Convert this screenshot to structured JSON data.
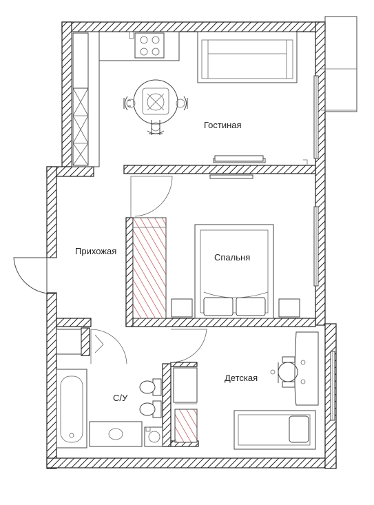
{
  "plan": {
    "rooms": [
      {
        "id": "living",
        "label": "Гостиная"
      },
      {
        "id": "bedroom",
        "label": "Спальня"
      },
      {
        "id": "hallway",
        "label": "Прихожая"
      },
      {
        "id": "bathroom",
        "label": "С/У"
      },
      {
        "id": "kids",
        "label": "Детская"
      }
    ],
    "colors": {
      "walls": "#222222",
      "wardrobe_hatch": "#b83a3a",
      "background": "#ffffff"
    }
  }
}
